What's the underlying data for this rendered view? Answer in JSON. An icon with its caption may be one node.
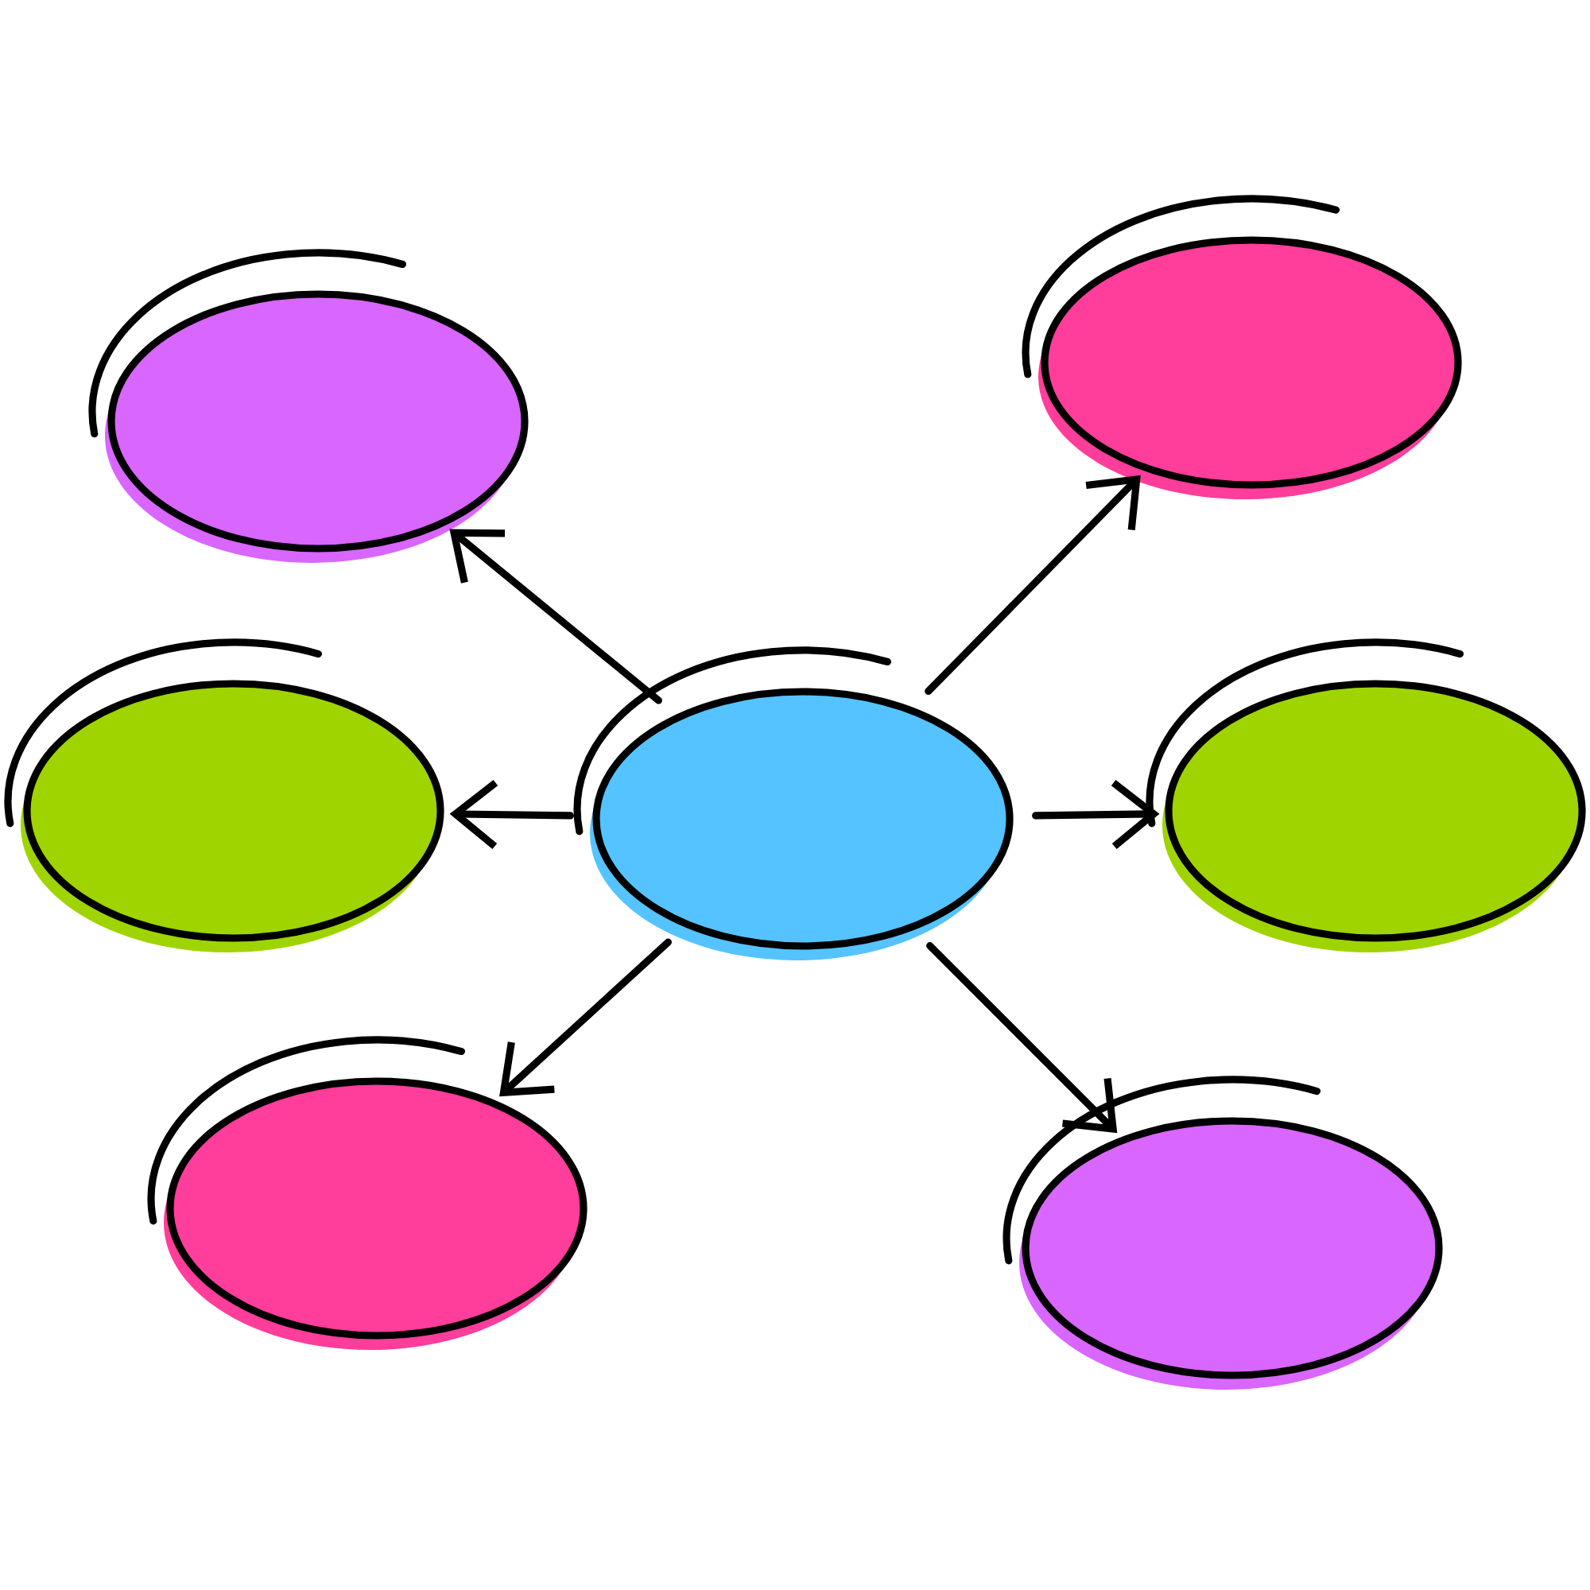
{
  "diagram": {
    "nodes": [
      {
        "text": [],
        "shape": "blob"
      },
      {
        "text": [],
        "shape": "blob"
      },
      {
        "text": [],
        "shape": "blob"
      },
      {
        "text": [],
        "shape": "blob"
      },
      {
        "text": [],
        "shape": "blob"
      },
      {
        "text": [],
        "shape": "blob"
      },
      {
        "text": [],
        "shape": "blob"
      }
    ],
    "edges": [
      {
        "from": 3,
        "to": 0,
        "arrow": "to"
      },
      {
        "from": 3,
        "to": 1,
        "arrow": "to"
      },
      {
        "from": 3,
        "to": 2,
        "arrow": "to"
      },
      {
        "from": 3,
        "to": 4,
        "arrow": "to"
      },
      {
        "from": 3,
        "to": 5,
        "arrow": "to"
      },
      {
        "from": 3,
        "to": 6,
        "arrow": "to"
      }
    ]
  }
}
